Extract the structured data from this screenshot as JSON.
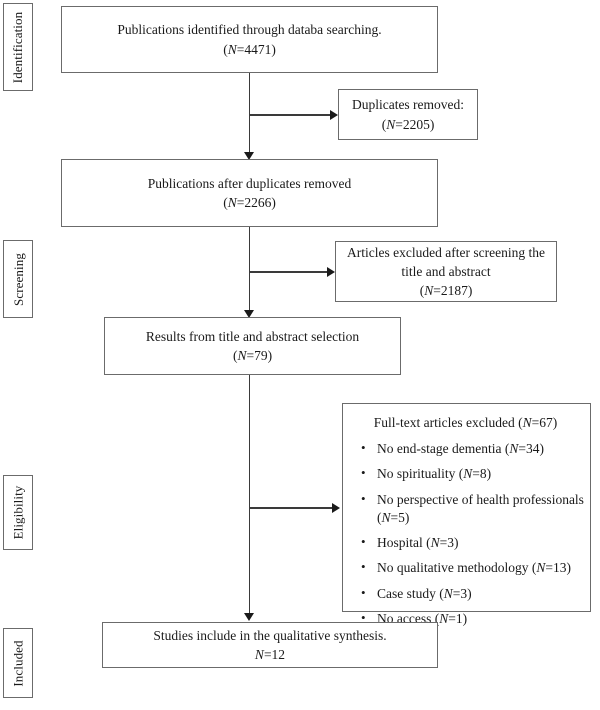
{
  "diagram": {
    "type": "prisma-flow-diagram",
    "stages": [
      {
        "id": "identification",
        "label": "Identification"
      },
      {
        "id": "screening",
        "label": "Screening"
      },
      {
        "id": "eligibility",
        "label": "Eligibility"
      },
      {
        "id": "included",
        "label": "Included"
      }
    ],
    "boxes": {
      "identified": {
        "line1": "Publications identified through databa searching.",
        "line2_prefix": "(",
        "line2_n": "N",
        "line2_suffix": "=4471)",
        "count": 4471
      },
      "duplicates_removed": {
        "line1": "Duplicates removed:",
        "line2_prefix": "(",
        "line2_n": "N",
        "line2_suffix": "=2205)",
        "count": 2205
      },
      "after_duplicates": {
        "line1": "Publications after duplicates removed",
        "line2_prefix": "(",
        "line2_n": "N",
        "line2_suffix": "=2266)",
        "count": 2266
      },
      "excluded_screening": {
        "line1": "Articles excluded after screening the",
        "line2": "title and abstract",
        "line3_prefix": "(",
        "line3_n": "N",
        "line3_suffix": "=2187)",
        "count": 2187
      },
      "title_abstract_results": {
        "line1": "Results from title and abstract selection",
        "line2_prefix": "(",
        "line2_n": "N",
        "line2_suffix": "=79)",
        "count": 79
      },
      "fulltext_excluded": {
        "title_prefix": "Full-text articles excluded (",
        "title_n": "N",
        "title_suffix": "=67)",
        "count": 67,
        "reasons": [
          {
            "prefix": "No end-stage dementia (",
            "n": "N",
            "suffix": "=34)",
            "count": 34
          },
          {
            "prefix": "No spirituality (",
            "n": "N",
            "suffix": "=8)",
            "count": 8
          },
          {
            "prefix": "No perspective of health professionals (",
            "n": "N",
            "suffix": "=5)",
            "count": 5
          },
          {
            "prefix": "Hospital (",
            "n": "N",
            "suffix": "=3)",
            "count": 3
          },
          {
            "prefix": "No qualitative methodology (",
            "n": "N",
            "suffix": "=13)",
            "count": 13
          },
          {
            "prefix": "Case study (",
            "n": "N",
            "suffix": "=3)",
            "count": 3
          },
          {
            "prefix": "No access (",
            "n": "N",
            "suffix": "=1)",
            "count": 1
          }
        ]
      },
      "included_studies": {
        "line1": "Studies include in the qualitative synthesis.",
        "line2_prefix": "",
        "line2_n": "N",
        "line2_suffix": "=12",
        "count": 12
      }
    },
    "colors": {
      "box_border": "#6b6b6b",
      "connector": "#3a3a3a",
      "text": "#1a1a1a",
      "background": "#ffffff"
    }
  }
}
